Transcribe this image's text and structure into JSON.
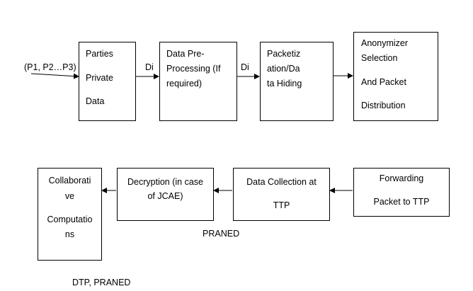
{
  "diagram": {
    "input_label": "(P1, P2…P3)",
    "edge_label_1": "Di",
    "edge_label_2": "Di",
    "boxes": {
      "parties": [
        "Parties",
        "Private",
        "Data"
      ],
      "preprocessing": [
        "Data Pre-",
        "Processing (If",
        "required)"
      ],
      "packetization": [
        "Packetiz",
        "ation/Da",
        "ta Hiding"
      ],
      "anonymizer": [
        "Anonymizer",
        "Selection",
        "And Packet",
        "Distribution"
      ],
      "forwarding": [
        "Forwarding",
        "Packet to TTP"
      ],
      "collection": [
        "Data Collection at",
        "TTP"
      ],
      "decryption": [
        "Decryption (in case",
        "of JCAE)"
      ],
      "collaborative": [
        "Collaborati",
        "ve",
        "Computatio",
        "ns"
      ]
    },
    "captions": {
      "praned": "PRANED",
      "dtp_praned": "DTP, PRANED"
    }
  }
}
